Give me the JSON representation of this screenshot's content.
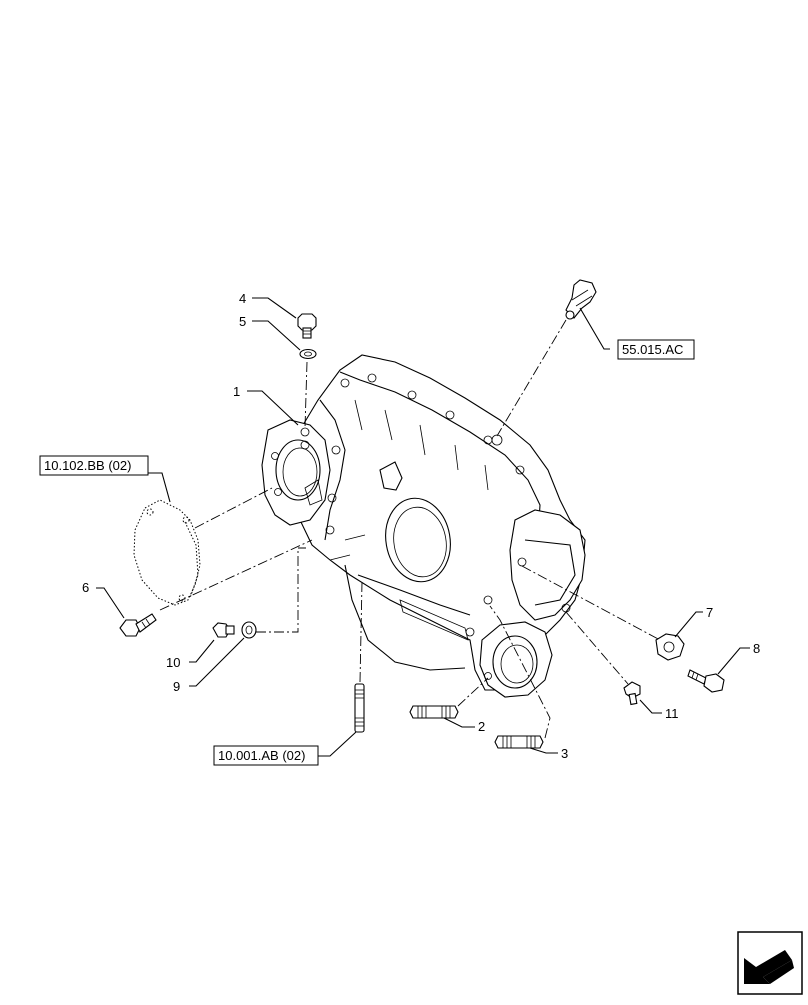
{
  "callouts": {
    "c1": "1",
    "c2": "2",
    "c3": "3",
    "c4": "4",
    "c5": "5",
    "c6": "6",
    "c7": "7",
    "c8": "8",
    "c9": "9",
    "c10": "10",
    "c11": "11"
  },
  "references": {
    "ref_cover": "10.102.BB (02)",
    "ref_sensor": "55.015.AC",
    "ref_stud": "10.001.AB (02)"
  },
  "nav": {
    "arrow_icon": "previous-page-arrow-icon"
  }
}
